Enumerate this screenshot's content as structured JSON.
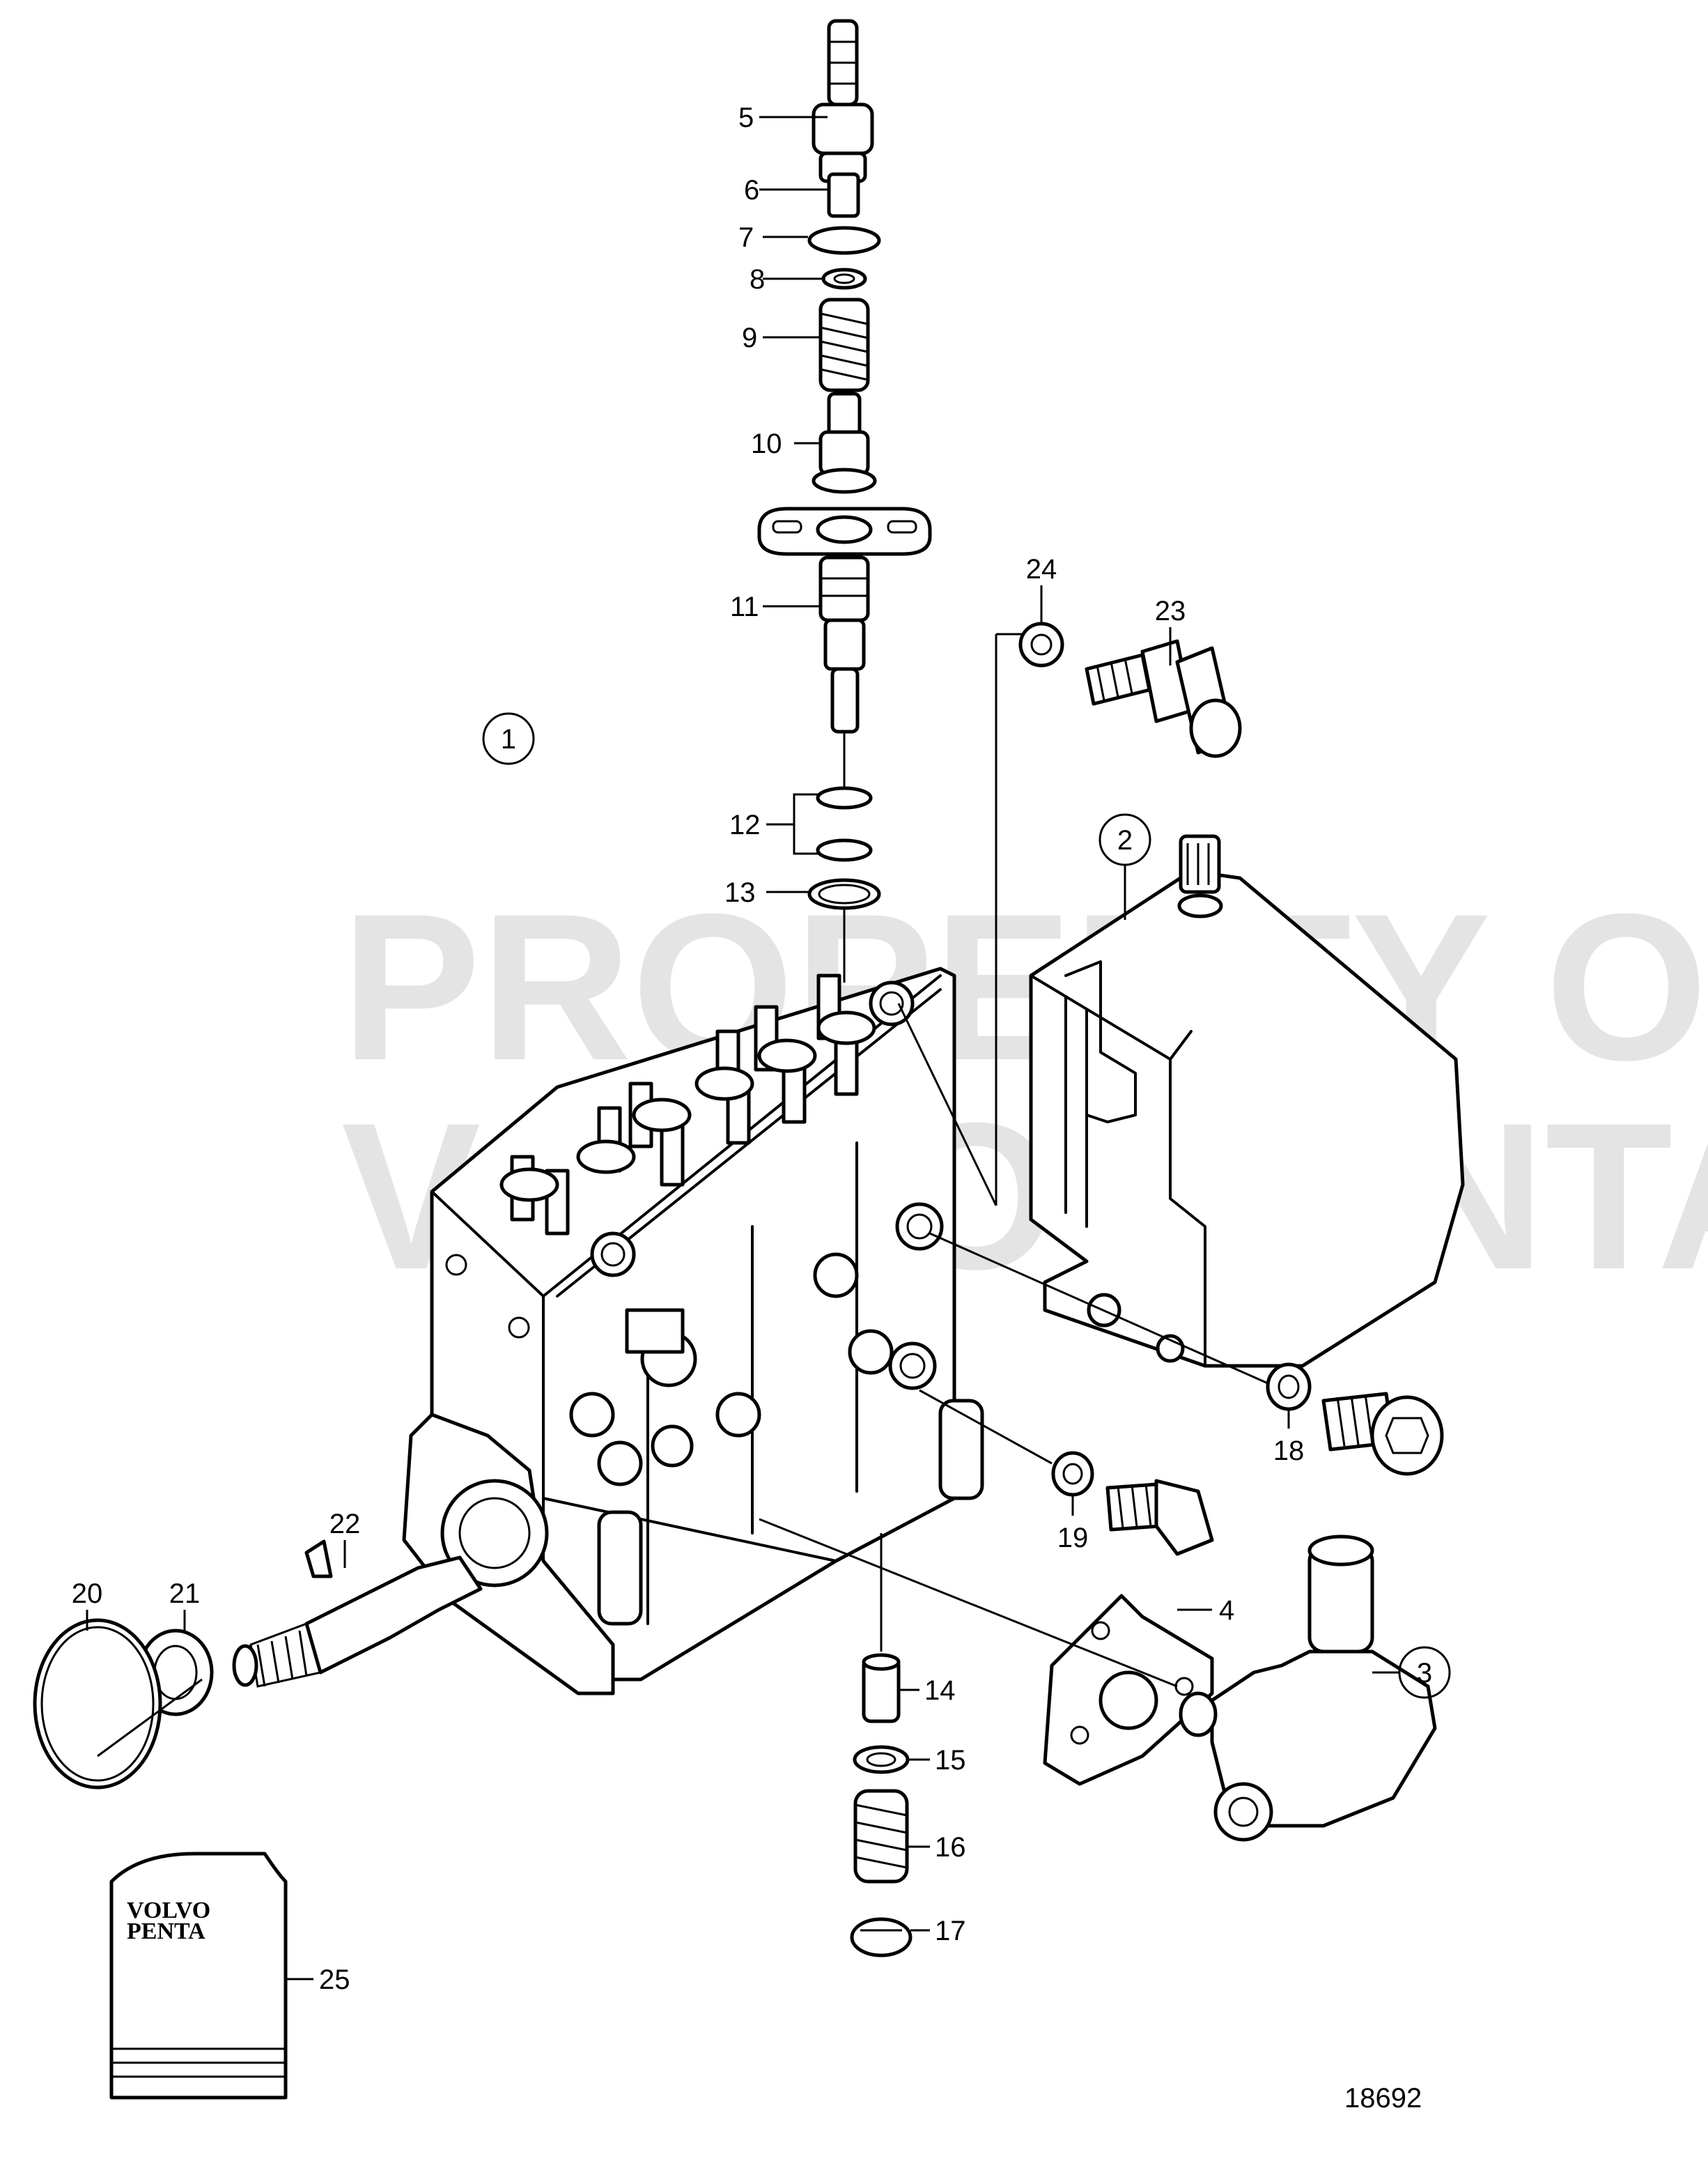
{
  "watermark": {
    "line1": "PROPERTY OF",
    "line2": "VOLVO PENTA"
  },
  "callouts": [
    "1",
    "2",
    "3",
    "4",
    "5",
    "6",
    "7",
    "8",
    "9",
    "10",
    "11",
    "12",
    "13",
    "14",
    "15",
    "16",
    "17",
    "18",
    "19",
    "20",
    "21",
    "22",
    "23",
    "24",
    "25"
  ],
  "logo": {
    "line1": "VOLVO",
    "line2": "PENTA"
  },
  "drawing_number": "18692"
}
